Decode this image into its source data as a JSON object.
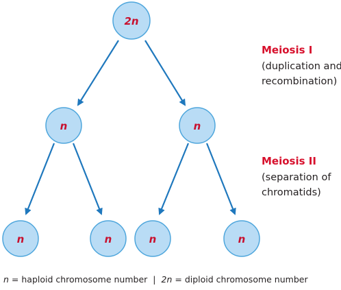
{
  "colors": {
    "node_fill": "#b9dcf5",
    "node_stroke": "#4ea6dc",
    "node_label": "#c8102e",
    "arrow": "#1f78bd",
    "stage_title": "#d7102c",
    "text": "#231f20"
  },
  "nodes": {
    "root": "2n",
    "level1_left": "n",
    "level1_right": "n",
    "level2_1": "n",
    "level2_2": "n",
    "level2_3": "n",
    "level2_4": "n"
  },
  "stages": {
    "meiosis1": {
      "title": "Meiosis I",
      "line1": "(duplication and",
      "line2": "recombination)"
    },
    "meiosis2": {
      "title": "Meiosis II",
      "line1": "(separation of",
      "line2": "chromatids)"
    }
  },
  "legend": {
    "haploid_symbol": "n",
    "haploid_text": " = haploid chromosome number",
    "separator": "|",
    "diploid_symbol": "2n",
    "diploid_text": " = diploid chromosome number"
  }
}
